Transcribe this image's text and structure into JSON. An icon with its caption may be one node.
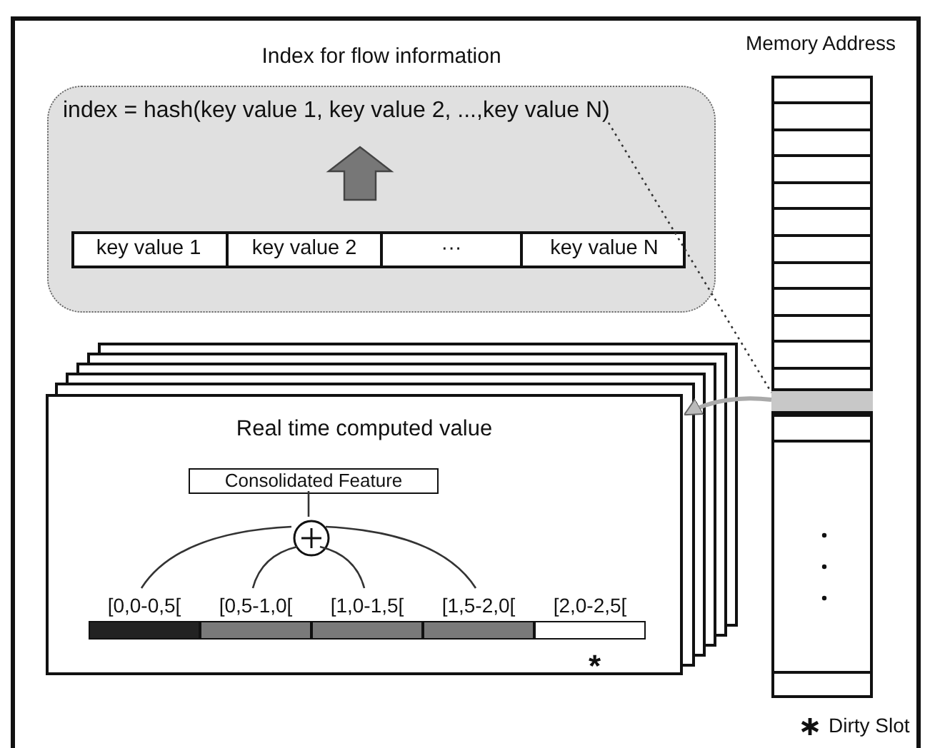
{
  "diagram": {
    "nodes": [
      {
        "text": [
          "Index for flow information"
        ]
      },
      {
        "text": [
          "index = hash(key value 1, key value 2, ...,key value N)"
        ],
        "in": 0
      },
      {
        "text": [],
        "shape": "bar",
        "in": 0
      },
      {
        "text": [
          "key value 1"
        ],
        "in": 2
      },
      {
        "text": [
          "key value 2"
        ],
        "in": 2
      },
      {
        "text": [
          "···"
        ],
        "in": 2
      },
      {
        "text": [
          "key value N"
        ],
        "in": 2
      },
      {
        "text": [
          "Memory Address"
        ]
      },
      {
        "text": [],
        "shape": "box",
        "in": 7
      },
      {
        "text": [
          "Real time computed value"
        ]
      },
      {
        "text": [
          "Consolidated Feature"
        ],
        "in": 9
      },
      {
        "text": [],
        "shape": "circle",
        "in": 9
      },
      {
        "text": [
          "[0,0-0,5["
        ],
        "in": 9
      },
      {
        "text": [
          "[0,5-1,0["
        ],
        "in": 9
      },
      {
        "text": [
          "[1,0-1,5["
        ],
        "in": 9
      },
      {
        "text": [
          "[1,5-2,0["
        ],
        "in": 9
      },
      {
        "text": [
          "[2,0-2,5["
        ],
        "in": 9,
        "beside": [
          "*"
        ]
      }
    ],
    "edges": [
      {
        "from": 2,
        "to": 1,
        "arrow": "to",
        "style": "thick"
      },
      {
        "from": 1,
        "to": 8,
        "arrow": "none",
        "style": "dashed"
      },
      {
        "from": 8,
        "to": 9,
        "arrow": "to",
        "style": "thick",
        "color": "#aaaaaa"
      },
      {
        "from": 11,
        "to": 10,
        "arrow": "none"
      },
      {
        "from": 11,
        "to": 12,
        "arrow": "none"
      },
      {
        "from": 11,
        "to": 13,
        "arrow": "none"
      },
      {
        "from": 11,
        "to": 14,
        "arrow": "none"
      },
      {
        "from": 11,
        "to": 15,
        "arrow": "none"
      }
    ],
    "legend": [
      {
        "text": "Dirty Slot"
      }
    ]
  }
}
